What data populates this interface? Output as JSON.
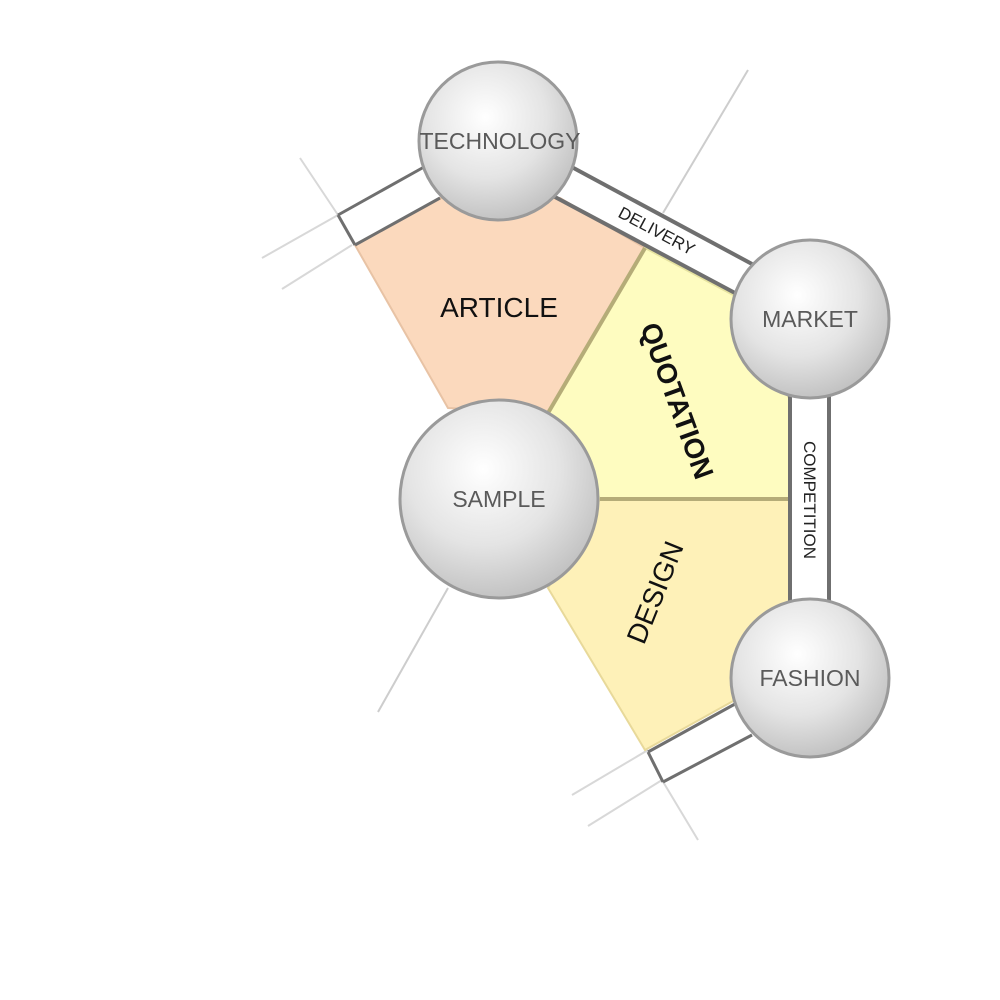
{
  "nodes": {
    "technology": "TECHNOLOGY",
    "market": "MARKET",
    "sample": "SAMPLE",
    "fashion": "FASHION"
  },
  "regions": {
    "article": "ARTICLE",
    "quotation": "QUOTATION",
    "design": "DESIGN"
  },
  "edges": {
    "delivery": "DELIVERY",
    "competition": "COMPETITION"
  },
  "colors": {
    "article_fill": "#fbd9bd",
    "quotation_fill": "#fefcc0",
    "design_fill": "#fef1b8",
    "node_fill": "#dcdcdc",
    "node_stroke": "#9a9a9a",
    "connector_stroke": "#6f6f6f"
  }
}
